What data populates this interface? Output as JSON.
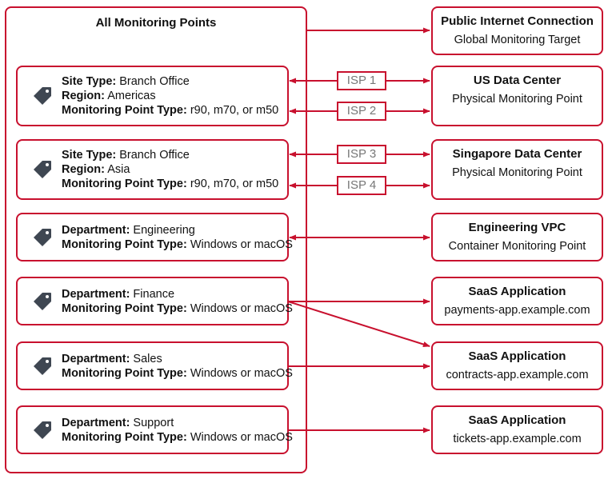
{
  "colors": {
    "accent": "#c8102e",
    "tag": "#3f4752",
    "isp_text": "#777777"
  },
  "outer": {
    "title": "All Monitoring Points"
  },
  "sources": [
    {
      "lines": [
        {
          "k": "Site Type:",
          "v": " Branch Office"
        },
        {
          "k": "Region:",
          "v": " Americas"
        },
        {
          "k": "Monitoring Point Type:",
          "v": " r90, m70, or m50"
        }
      ],
      "icon": "tag-icon"
    },
    {
      "lines": [
        {
          "k": "Site Type:",
          "v": " Branch Office"
        },
        {
          "k": "Region:",
          "v": " Asia"
        },
        {
          "k": "Monitoring Point Type:",
          "v": " r90, m70, or m50"
        }
      ],
      "icon": "tag-icon"
    },
    {
      "lines": [
        {
          "k": "Department:",
          "v": " Engineering"
        },
        {
          "k": "Monitoring Point Type:",
          "v": " Windows or macOS"
        }
      ],
      "icon": "tag-icon"
    },
    {
      "lines": [
        {
          "k": "Department:",
          "v": " Finance"
        },
        {
          "k": "Monitoring Point Type:",
          "v": " Windows or macOS"
        }
      ],
      "icon": "tag-icon"
    },
    {
      "lines": [
        {
          "k": "Department:",
          "v": " Sales"
        },
        {
          "k": "Monitoring Point Type:",
          "v": " Windows or macOS"
        }
      ],
      "icon": "tag-icon"
    },
    {
      "lines": [
        {
          "k": "Department:",
          "v": " Support"
        },
        {
          "k": "Monitoring Point Type:",
          "v": " Windows or macOS"
        }
      ],
      "icon": "tag-icon"
    }
  ],
  "targets": [
    {
      "title": "Public Internet Connection",
      "subtitle": "Global Monitoring Target"
    },
    {
      "title": "US Data Center",
      "subtitle": "Physical Monitoring Point"
    },
    {
      "title": "Singapore Data Center",
      "subtitle": "Physical Monitoring Point"
    },
    {
      "title": "Engineering VPC",
      "subtitle": "Container Monitoring Point"
    },
    {
      "title": "SaaS Application",
      "subtitle": "payments-app.example.com"
    },
    {
      "title": "SaaS Application",
      "subtitle": "contracts-app.example.com"
    },
    {
      "title": "SaaS Application",
      "subtitle": "tickets-app.example.com"
    }
  ],
  "isps": [
    "ISP 1",
    "ISP 2",
    "ISP 3",
    "ISP 4"
  ]
}
